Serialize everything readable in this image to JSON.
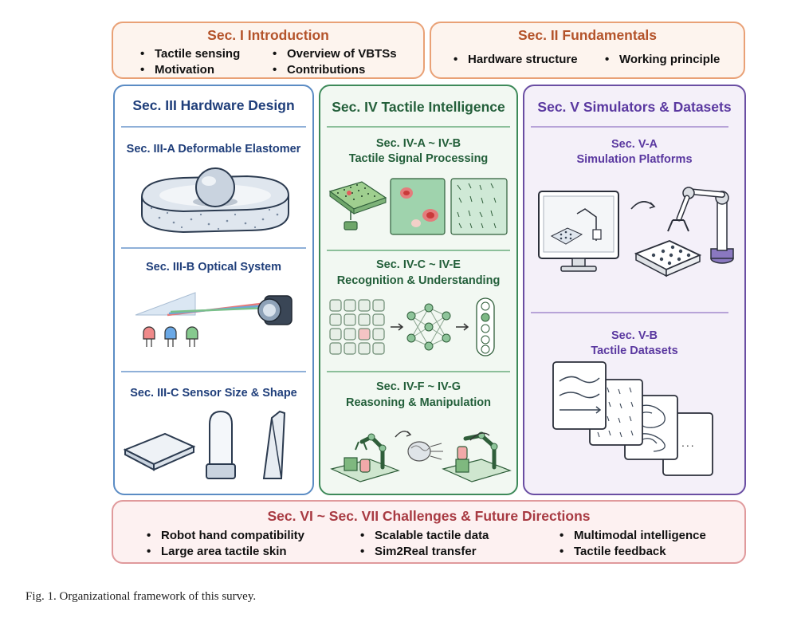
{
  "colors": {
    "orange_border": "#e9a176",
    "orange_fill": "#fdf4ee",
    "orange_text": "#b4532a",
    "blue_border": "#5b8cc4",
    "blue_text": "#1f3e7a",
    "green_border": "#3e8a5a",
    "green_fill": "#f2f8f2",
    "green_text": "#235f3a",
    "purple_border": "#6a4ea3",
    "purple_fill": "#f4f0f9",
    "purple_text": "#5a38a0",
    "red_border": "#e09a9c",
    "red_fill": "#fdf1f1",
    "red_text": "#a83a42"
  },
  "sec1": {
    "title": "Sec. I  Introduction",
    "bullets": [
      "Tactile sensing",
      "Overview of VBTSs",
      "Motivation",
      "Contributions"
    ]
  },
  "sec2": {
    "title": "Sec. II  Fundamentals",
    "bullets": [
      "Hardware structure",
      "Working principle"
    ]
  },
  "sec3": {
    "title": "Sec. III  Hardware Design",
    "a": "Sec. III-A Deformable Elastomer",
    "b": "Sec. III-B Optical System",
    "c": "Sec. III-C Sensor Size & Shape"
  },
  "sec4": {
    "title": "Sec. IV  Tactile Intelligence",
    "a_line1": "Sec. IV-A ~ IV-B",
    "a_line2": "Tactile Signal Processing",
    "c_line1": "Sec. IV-C ~ IV-E",
    "c_line2": "Recognition & Understanding",
    "f_line1": "Sec. IV-F ~ IV-G",
    "f_line2": "Reasoning & Manipulation"
  },
  "sec5": {
    "title": "Sec. V Simulators & Datasets",
    "a_line1": "Sec. V-A",
    "a_line2": "Simulation Platforms",
    "b_line1": "Sec. V-B",
    "b_line2": "Tactile Datasets",
    "ellipsis": "..."
  },
  "sec6": {
    "title": "Sec. VI ~ Sec. VII  Challenges & Future Directions",
    "bullets": [
      "Robot hand compatibility",
      "Scalable tactile data",
      "Multimodal intelligence",
      "Large area  tactile skin",
      "Sim2Real transfer",
      "Tactile feedback"
    ]
  },
  "caption": "Fig. 1.  Organizational framework of this survey."
}
